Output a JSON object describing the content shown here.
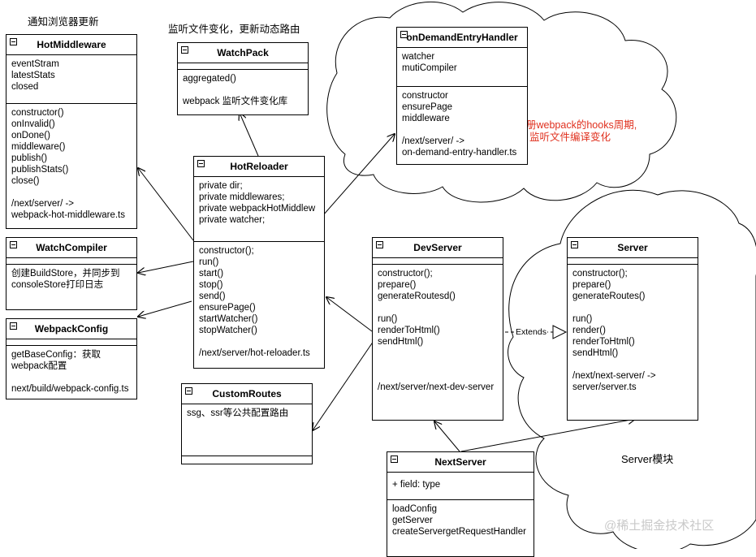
{
  "labels": {
    "notify": "通知浏览器更新",
    "watch_routes": "监听文件变化，更新动态路由",
    "core_line1": "核心：注册webpack的hooks周期,",
    "core_line2": "监听文件编译变化",
    "server_module": "Server模块",
    "extends": "Extends",
    "watermark": "@稀土掘金技术社区"
  },
  "boxes": {
    "hotMiddleware": {
      "title": "HotMiddleware",
      "sections": [
        [
          "eventStram",
          "latestStats",
          "closed"
        ],
        [
          "constructor()",
          "onInvalid()",
          "onDone()",
          "middleware()",
          "publish()",
          "publishStats()",
          "close()",
          "",
          "/next/server/  ->",
          "webpack-hot-middleware.ts"
        ]
      ]
    },
    "watchPack": {
      "title": "WatchPack",
      "sections": [
        [],
        [
          "aggregated()",
          "",
          "webpack 监听文件变化库"
        ]
      ]
    },
    "onDemand": {
      "title": "onDemandEntryHandler",
      "sections": [
        [
          "watcher",
          "mutiCompiler"
        ],
        [
          "constructor",
          "ensurePage",
          "middleware",
          "",
          "/next/server/ ->",
          "on-demand-entry-handler.ts"
        ]
      ]
    },
    "hotReloader": {
      "title": "HotReloader",
      "sections": [
        [
          "private dir;",
          "private middlewares;",
          "private webpackHotMiddlew",
          "private watcher;"
        ],
        [
          "constructor();",
          "run()",
          "start()",
          "stop()",
          "send()",
          "ensurePage()",
          "startWatcher()",
          "stopWatcher()",
          "",
          "/next/server/hot-reloader.ts"
        ]
      ]
    },
    "watchCompiler": {
      "title": "WatchCompiler",
      "sections": [
        [
          "创建BuildStore，并同步到",
          "consoleStore打印日志"
        ]
      ]
    },
    "webpackConfig": {
      "title": "WebpackConfig",
      "sections": [
        [
          "getBaseConfig：获取",
          "webpack配置",
          "",
          "next/build/webpack-config.ts"
        ]
      ]
    },
    "devServer": {
      "title": "DevServer",
      "sections": [
        [
          "constructor();",
          "prepare()",
          "generateRoutesd()",
          "",
          "run()",
          "renderToHtml()",
          "sendHtml()",
          "",
          "",
          "",
          "/next/server/next-dev-server"
        ]
      ]
    },
    "server": {
      "title": "Server",
      "sections": [
        [
          "constructor();",
          "prepare()",
          "generateRoutes()",
          "",
          "run()",
          "render()",
          "renderToHtml()",
          "sendHtml()",
          "",
          "/next/next-server/    ->",
          "server/server.ts"
        ]
      ]
    },
    "customRoutes": {
      "title": "CustomRoutes",
      "sections": [
        [
          "ssg、ssr等公共配置路由"
        ]
      ]
    },
    "nextServer": {
      "title": "NextServer",
      "sections": [
        [
          "+ field: type"
        ],
        [
          "loadConfig",
          "getServer",
          "createServergetRequestHandler"
        ]
      ]
    }
  }
}
